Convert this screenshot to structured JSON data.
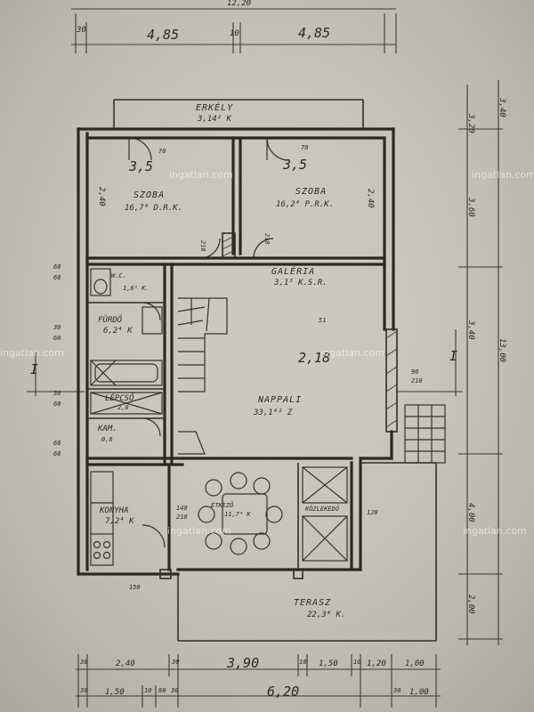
{
  "top_dims": {
    "overall": "12,20",
    "a": "30",
    "b": "4,85",
    "c": "10",
    "d": "4,85"
  },
  "rooms": {
    "erkely": {
      "name": "ERKÉLY",
      "area": "3,14² K"
    },
    "szoba1": {
      "num": "3,5",
      "name": "SZOBA",
      "area": "16,7⁴ D.R.K.",
      "height": "2,40"
    },
    "szoba2": {
      "num": "3,5",
      "name": "SZOBA",
      "area": "16,2⁴ P.R.K.",
      "height": "2,40"
    },
    "galeria": {
      "name": "GALÉRIA",
      "area": "3,1³ K.S.R."
    },
    "wc": {
      "name": "W.C.",
      "area": "1,6² K."
    },
    "furdo": {
      "name": "FÜRDŐ",
      "area": "6,2⁴ K"
    },
    "lepcso": {
      "name": "LÉPCSŐ",
      "area": "2,0"
    },
    "kam": {
      "name": "KAM.",
      "area": "0,8"
    },
    "nappali": {
      "name": "NAPPALI",
      "area": "33,1⁴² Z",
      "height": "2,18"
    },
    "ebedlo": {
      "name": "ÉTKEZŐ",
      "area": "11,7⁴ K"
    },
    "konyha": {
      "name": "KONYHA",
      "area": "7,2⁴ K"
    },
    "kozlekedo": {
      "name": "KÖZLEKEDŐ",
      "area": ""
    },
    "terasz": {
      "name": "TERASZ",
      "area": "22,3⁴ K."
    }
  },
  "side_labels": {
    "left_mark": "I",
    "right_mark": "I",
    "right_top": "3,20",
    "right_mid": "3,60",
    "right_low": "4,00",
    "right_bot": "2,00",
    "right_total": "13,00",
    "right_a": "3,40",
    "right_b": "3,40"
  },
  "bottom_dims": {
    "row1": [
      "30",
      "2,40",
      "30",
      "3,90",
      "10",
      "1,50",
      "10",
      "1,20",
      "1,00"
    ],
    "row2": [
      "30",
      "1,50",
      "10",
      "80",
      "30",
      "6,20",
      "30",
      "1,00"
    ]
  },
  "left_dims": [
    "60",
    "60",
    "30",
    "60",
    "30",
    "60",
    "60",
    "60"
  ],
  "small_dims": [
    "70",
    "70",
    "210",
    "210",
    "140",
    "210",
    "150",
    "120",
    "51",
    "90",
    "210"
  ],
  "watermark": "ingatlan.com",
  "colors": {
    "paper": "#c9c6b8",
    "ink": "#2a2924"
  }
}
